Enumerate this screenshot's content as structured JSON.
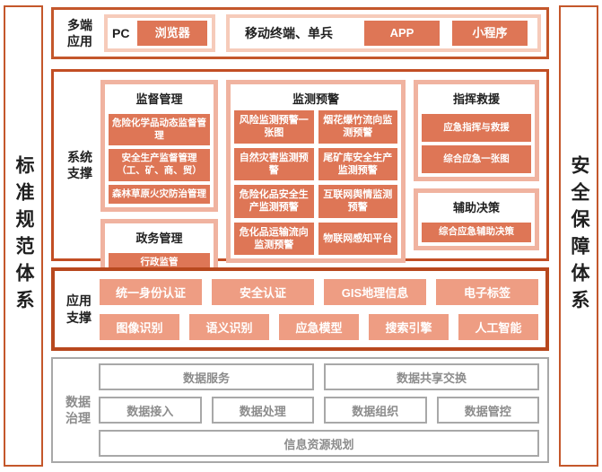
{
  "colors": {
    "accent": "#C4572B",
    "accent2": "#C24E24",
    "accent3": "#B8481E",
    "chip": "#DE7656",
    "chip_light": "#EE9D83",
    "pink": "#F6CBBA",
    "pink_group": "#F0B3A0",
    "gray_border": "#A8A8A8",
    "gray_text": "#8C8C8C",
    "ink": "#1F1F1F"
  },
  "banners": {
    "left": "标准规范体系",
    "right": "安全保障体系"
  },
  "multi_end": {
    "label": "多端应用",
    "pc_text": "PC",
    "browser_button": "浏览器",
    "mobile_text": "移动终端、单兵",
    "app_button": "APP",
    "miniprogram_button": "小程序"
  },
  "system_support": {
    "label": "系统支撑",
    "groups": {
      "supervision": {
        "title": "监督管理",
        "items": [
          "危险化学品动态监督管理",
          "安全生产监督管理（工、矿、商、贸）",
          "森林草原火灾防治管理"
        ]
      },
      "gov": {
        "title": "政务管理",
        "items": [
          "行政监管"
        ]
      },
      "monitoring": {
        "title": "监测预警",
        "items": [
          "风险监测预警一张图",
          "烟花爆竹流向监测预警",
          "自然灾害监测预警",
          "尾矿库安全生产监测预警",
          "危险化品安全生产监测预警",
          "互联网舆情监测预警",
          "危化品运输流向监测预警",
          "物联网感知平台"
        ]
      },
      "command": {
        "title": "指挥救援",
        "items": [
          "应急指挥与救援",
          "综合应急一张图"
        ]
      },
      "decision": {
        "title": "辅助决策",
        "items": [
          "综合应急辅助决策"
        ]
      }
    }
  },
  "app_support": {
    "label": "应用支撑",
    "row1": [
      "统一身份认证",
      "安全认证",
      "GIS地理信息",
      "电子标签"
    ],
    "row2": [
      "图像识别",
      "语义识别",
      "应急模型",
      "搜索引擎",
      "人工智能"
    ]
  },
  "data_governance": {
    "label": "数据治理",
    "row1": [
      "数据服务",
      "数据共享交换"
    ],
    "row2": [
      "数据接入",
      "数据处理",
      "数据组织",
      "数据管控"
    ],
    "row3": [
      "信息资源规划"
    ]
  }
}
